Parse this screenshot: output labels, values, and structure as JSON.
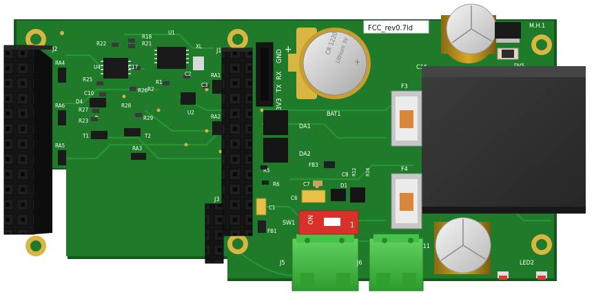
{
  "board": {
    "title": "FCC_rev0.7ld",
    "mounting_hole_label": "M.H.1"
  },
  "colors": {
    "pcb_green": "#1f7a2a",
    "pcb_dark": "#14561c",
    "pcb_edge": "#0e3f13",
    "trace": "#2a9235",
    "silkscreen": "#ffffff",
    "gold": "#d6b24a",
    "connector_black": "#141414",
    "terminal_green": "#3dbb3d",
    "dip_red": "#d8312a",
    "led_red": "#e23a2f"
  },
  "headers": {
    "j2": "J2",
    "j1": "J1",
    "j3": "J3"
  },
  "uart": {
    "pins": [
      "GND",
      "RX",
      "TX",
      "3V3"
    ]
  },
  "battery": {
    "label": "BAT1",
    "plus": "+",
    "coin_line1": "CR 1220",
    "coin_line2": "Lithium 3V",
    "coin_plus": "+"
  },
  "components": {
    "u1": "U1",
    "u2": "U2",
    "u4": "U4",
    "xl": "XL",
    "r18": "R18",
    "r21": "R21",
    "r22": "R22",
    "r2": "R2",
    "r1": "R1",
    "r25": "R25",
    "r26": "R26",
    "r27": "R27",
    "r23": "R23",
    "r28": "R28",
    "r29": "R29",
    "r5": "R5",
    "r6": "R6",
    "r12": "R12",
    "r16": "R16",
    "c17": "C17",
    "c10": "C10",
    "c2": "C2",
    "c3": "C3",
    "c7": "C7",
    "c8": "C8",
    "c6": "C6",
    "c1": "C1",
    "c16": "C16",
    "c11": "C11",
    "d4": "D4",
    "d1": "D1",
    "t1": "T1",
    "t2": "T2",
    "ra1": "RA1",
    "ra2": "RA2",
    "ra3": "RA3",
    "ra4": "RA4",
    "ra5": "RA5",
    "ra6": "RA6",
    "da1": "DA1",
    "da2": "DA2",
    "fb1": "FB1",
    "fb3": "FB3",
    "f3": "F3",
    "f4": "F4",
    "dv": "DV5",
    "sw1": "SW1",
    "j5": "J5",
    "j6": "J6",
    "led2": "LED2"
  },
  "dip_switch": {
    "on_label": "ON",
    "pos_label": "1"
  }
}
